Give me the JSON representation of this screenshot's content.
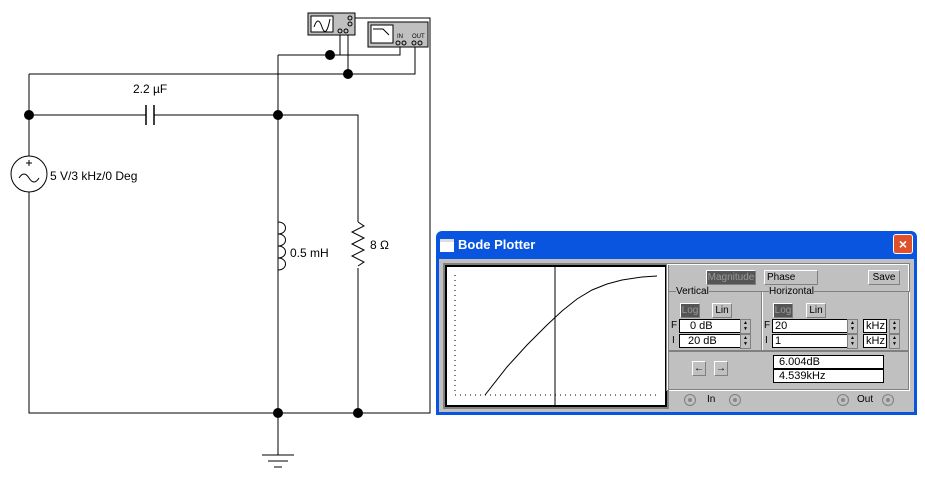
{
  "circuit": {
    "capacitor": "2.2 µF",
    "source": "5 V/3 kHz/0 Deg",
    "inductor": "0.5 mH",
    "resistor": "8 Ω"
  },
  "bode": {
    "title": "Bode Plotter",
    "close_icon": "×",
    "mode_buttons": {
      "magnitude": "Magnitude",
      "phase": "Phase",
      "save": "Save"
    },
    "vertical": {
      "label": "Vertical",
      "log": "Log",
      "lin": "Lin",
      "selected": "Log",
      "f_label": "F",
      "f_value": "0 dB",
      "i_label": "I",
      "i_value": "20 dB"
    },
    "horizontal": {
      "label": "Horizontal",
      "log": "Log",
      "lin": "Lin",
      "selected": "Log",
      "f_label": "F",
      "f_value": "20",
      "f_unit": "kHz",
      "i_label": "I",
      "i_value": "1",
      "i_unit": "kHz"
    },
    "readout": {
      "magnitude": "6.004dB",
      "frequency": "4.539kHz",
      "left_arrow": "←",
      "right_arrow": "→"
    },
    "terminals": {
      "in": "In",
      "out": "Out"
    }
  }
}
